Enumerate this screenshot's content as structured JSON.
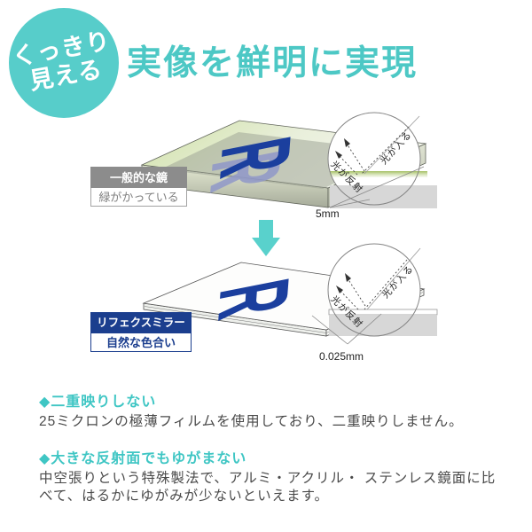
{
  "badge": {
    "line1": "くっきり",
    "line2": "見える"
  },
  "heading": "実像を鮮明に実現",
  "ordinary": {
    "name": "一般的な鏡",
    "trait": "緑がかっている",
    "thickness": "5mm",
    "light_in": "光が入る",
    "light_out": "光が反射",
    "letter": "R",
    "letter_ghost": "R"
  },
  "refex": {
    "name": "リフェクスミラー",
    "trait": "自然な色合い",
    "thickness": "0.025mm",
    "light_in": "光が入る",
    "light_out": "光が反射",
    "letter": "R"
  },
  "features": [
    {
      "title": "◆二重映りしない",
      "body": "25ミクロンの極薄フィルムを使用しており、二重映りしません。"
    },
    {
      "title": "◆大きな反射面でもゆがまない",
      "body": "中空張りという特殊製法で、アルミ・アクリル・ ステンレス鏡面に比べて、はるかにゆがみが少ないといえます。"
    }
  ],
  "colors": {
    "accent_teal": "#4ec9c6",
    "navy": "#1b3e8e",
    "letter_blue": "#1b3f9e",
    "label_gray": "#8c8c8c"
  }
}
